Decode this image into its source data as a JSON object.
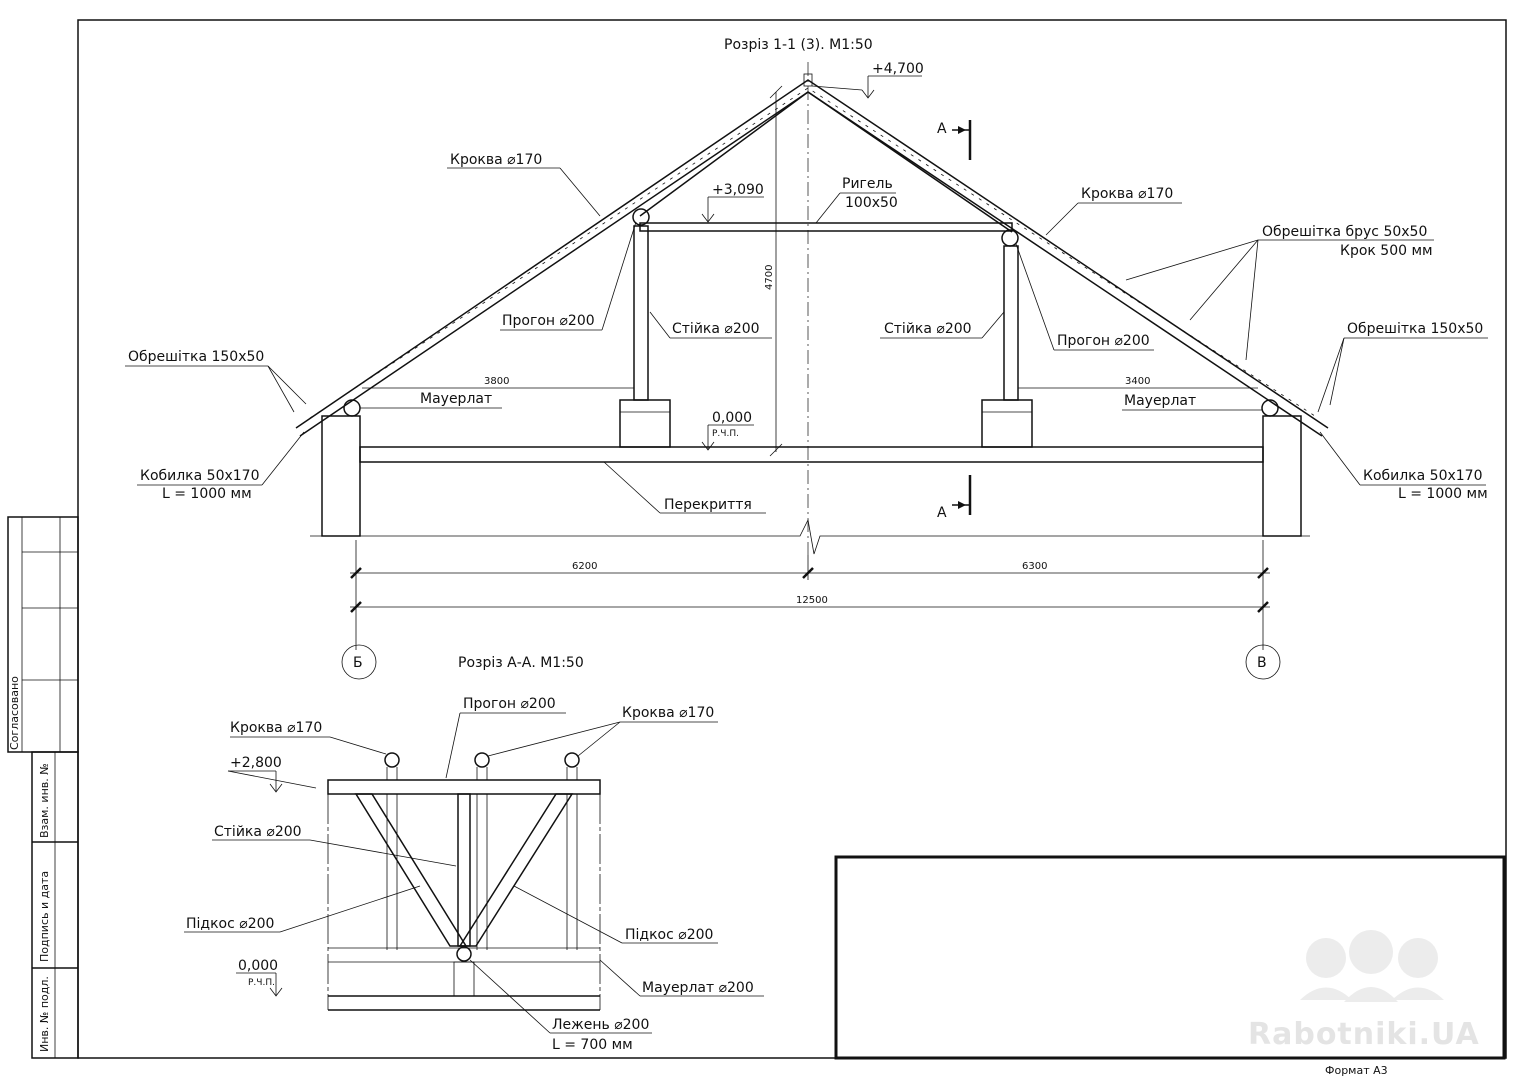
{
  "section_1_title": "Розріз 1-1 (3). М1:50",
  "section_a_title": "Розріз А-А. М1:50",
  "labels": {
    "krokva_left": "Кроква ⌀170",
    "krokva_right": "Кроква ⌀170",
    "rygel": "Ригель",
    "rygel_size": "100х50",
    "obreshitka_brus": "Обрешітка брус 50х50",
    "obreshitka_step": "Крок 500 мм",
    "obreshitka_left": "Обрешітка 150х50",
    "obreshitka_right": "Обрешітка 150х50",
    "progon_left": "Прогон ⌀200",
    "progon_right": "Прогон ⌀200",
    "stiyka_left": "Стійка ⌀200",
    "stiyka_right": "Стійка ⌀200",
    "mauerlat_left": "Мауерлат",
    "mauerlat_right": "Мауерлат",
    "kobylka_left": "Кобилка 50х170",
    "kobylka_left_len": "L = 1000 мм",
    "kobylka_right": "Кобилка 50х170",
    "kobylka_right_len": "L = 1000 мм",
    "perekryttia": "Перекриття",
    "section_mark": "А"
  },
  "elevations": {
    "ridge": "+4,700",
    "rygel": "+3,090",
    "floor": "0,000",
    "floor_note": "Р.Ч.П."
  },
  "dimensions": {
    "height": "4700",
    "left_span": "3800",
    "right_span": "3400",
    "bay_left": "6200",
    "bay_right": "6300",
    "total": "12500"
  },
  "axes": {
    "left": "Б",
    "right": "В"
  },
  "section_a": {
    "krokva_left": "Кроква ⌀170",
    "progon": "Прогон ⌀200",
    "krokva_right": "Кроква ⌀170",
    "elevation_top": "+2,800",
    "stiyka": "Стійка ⌀200",
    "pidkos_left": "Підкос ⌀200",
    "pidkos_right": "Підкос ⌀200",
    "elevation_floor": "0,000",
    "floor_note": "Р.Ч.П.",
    "mauerlat": "Мауерлат ⌀200",
    "lezhen": "Лежень ⌀200",
    "lezhen_len": "L = 700 мм"
  },
  "stamp": {
    "soglasovano": "Согласовано",
    "vzam": "Взам. инв. №",
    "podpis": "Подпись и дата",
    "inv": "Инв. № подл."
  },
  "format": "Формат А3",
  "watermark": "Rabotniki.UA"
}
